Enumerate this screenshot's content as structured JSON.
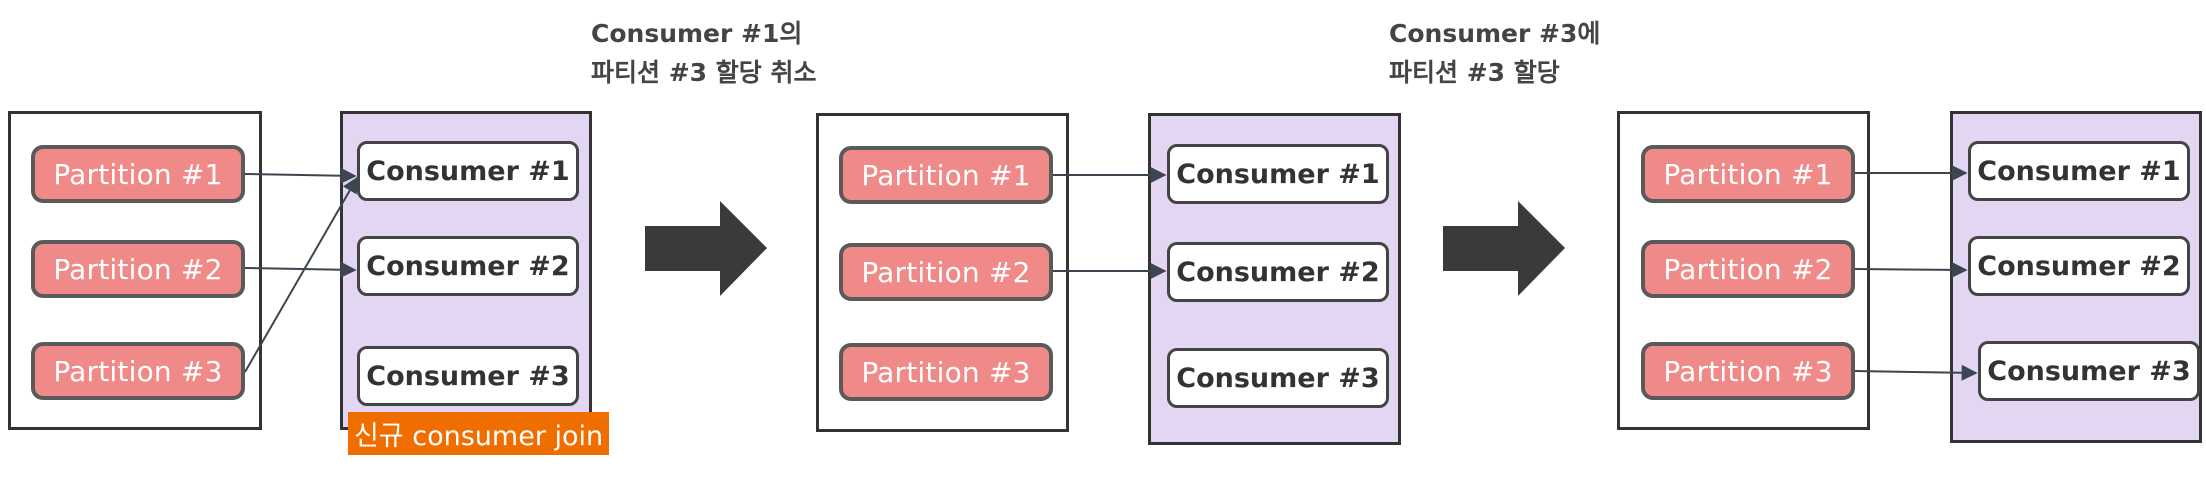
{
  "stage1": {
    "partitions": [
      "Partition #1",
      "Partition #2",
      "Partition #3"
    ],
    "consumers": [
      "Consumer #1",
      "Consumer #2",
      "Consumer #3"
    ],
    "new_join_label": "신규 consumer join"
  },
  "transition1": {
    "caption_line1": "Consumer #1의",
    "caption_line2": "파티션 #3 할당 취소"
  },
  "stage2": {
    "partitions": [
      "Partition #1",
      "Partition #2",
      "Partition #3"
    ],
    "consumers": [
      "Consumer #1",
      "Consumer #2",
      "Consumer #3"
    ]
  },
  "transition2": {
    "caption_line1": "Consumer #3에",
    "caption_line2": "파티션 #3 할당"
  },
  "stage3": {
    "partitions": [
      "Partition #1",
      "Partition #2",
      "Partition #3"
    ],
    "consumers": [
      "Consumer #1",
      "Consumer #2",
      "Consumer #3"
    ]
  },
  "colors": {
    "partition_fill": "#f08a88",
    "consumer_group_fill": "#e3d6f3",
    "tag_fill": "#f06d00",
    "arrow_fill": "#3a3a3a"
  }
}
